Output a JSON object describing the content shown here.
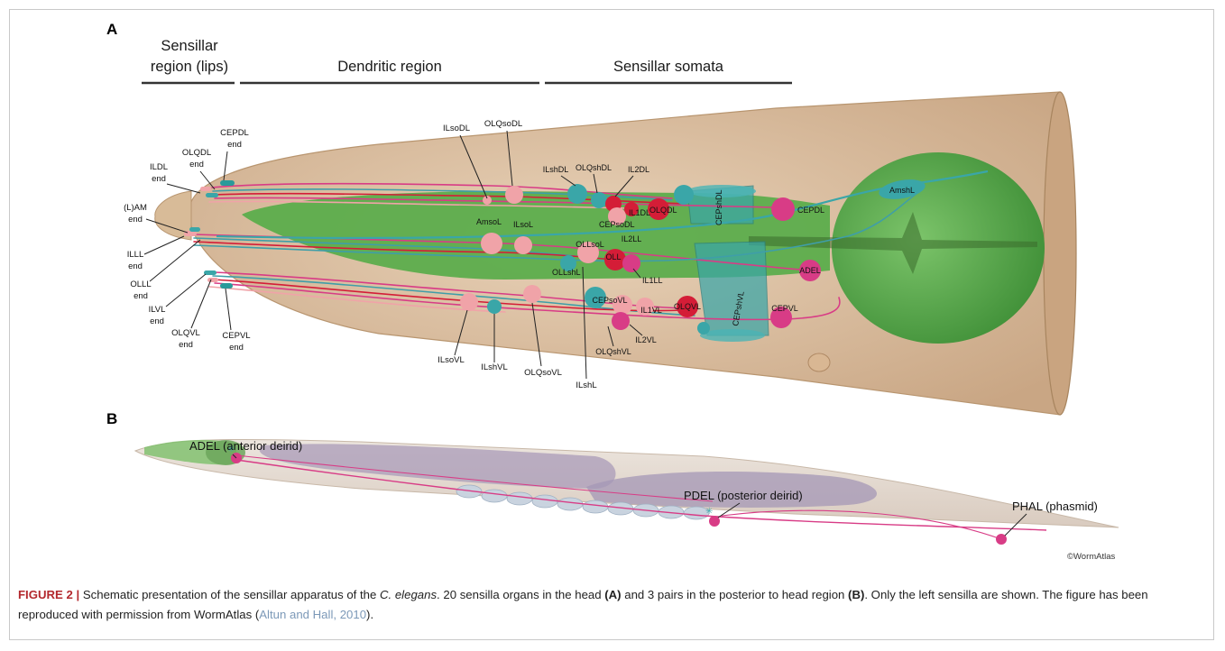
{
  "panels": {
    "a": "A",
    "b": "B"
  },
  "regions": {
    "lips_line1": "Sensillar",
    "lips_line2": "region (lips)",
    "dendritic": "Dendritic region",
    "somata": "Sensillar somata"
  },
  "endings": {
    "cepdl": [
      "CEPDL",
      "end"
    ],
    "olqdl": [
      "OLQDL",
      "end"
    ],
    "ildl": [
      "ILDL",
      "end"
    ],
    "lam": [
      "(L)AM",
      "end"
    ],
    "illl": [
      "ILLL",
      "end"
    ],
    "olll": [
      "OLLL",
      "end"
    ],
    "ilvl": [
      "ILVL",
      "end"
    ],
    "olqvl": [
      "OLQVL",
      "end"
    ],
    "cepvl": [
      "CEPVL",
      "end"
    ]
  },
  "cells": {
    "ilsodl": "ILsoDL",
    "olqsodl": "OLQsoDL",
    "ilshdl": "ILshDL",
    "olqshdl": "OLQshDL",
    "il2dl": "IL2DL",
    "il1dl": "IL1DL",
    "olqdl": "OLQDL",
    "cepsodl": "CEPsoDL",
    "cepshdl": "CEPshDL",
    "cepdl": "CEPDL",
    "amshl": "AmshL",
    "amsol": "AmsoL",
    "ilsol": "ILsoL",
    "ollsol": "OLLsoL",
    "oll": "OLL",
    "il2ll": "IL2LL",
    "il1ll": "IL1LL",
    "adel_a": "ADEL",
    "ollshl": "OLLshL",
    "cepsovl": "CEPsoVL",
    "il1vl": "IL1VL",
    "olqvl": "OLQVL",
    "cepshvl": "CEPshVL",
    "cepvl": "CEPVL",
    "il2vl": "IL2VL",
    "olqshvl": "OLQshVL",
    "ilsovl": "ILsoVL",
    "ilshvl": "ILshVL",
    "olqsovl": "OLQsoVL",
    "ilshl": "ILshL"
  },
  "panel_b": {
    "adel": "ADEL (anterior deirid)",
    "pdel": "PDEL (posterior deirid)",
    "phal": "PHAL (phasmid)",
    "copyright": "©WormAtlas"
  },
  "caption": {
    "label": "FIGURE 2 |",
    "t1": " Schematic presentation of the sensillar apparatus of the ",
    "species": "C. elegans",
    "t2": ". 20 sensilla organs in the head ",
    "ref_a": "(A)",
    "t3": " and 3 pairs in the posterior to head region ",
    "ref_b": "(B)",
    "t4": ". Only the left sensilla are shown. The figure has been reproduced with permission from WormAtlas (",
    "citation": "Altun and Hall, 2010",
    "t5": ")."
  },
  "colors": {
    "body": "#dcc1a1",
    "pharynx": "#5cad4c",
    "neuron": "#d83c86",
    "cell_pink": "#f0a3a8",
    "cell_red": "#d41d37",
    "sheath_teal": "#3aa6a8",
    "caption_label": "#b3282d",
    "citation": "#7c99b8"
  }
}
